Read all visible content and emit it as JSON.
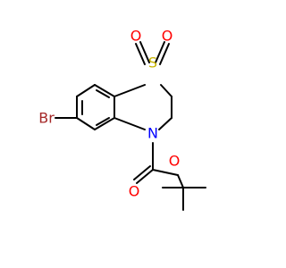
{
  "colors": {
    "bond": "#000000",
    "background": "#ffffff",
    "S": "#c8b400",
    "O": "#ff0000",
    "N": "#0000ff",
    "Br": "#a62929"
  },
  "atoms": {
    "sulfur": {
      "symbol": "S"
    },
    "oxygen_sulfonyl_left": {
      "symbol": "O"
    },
    "oxygen_sulfonyl_right": {
      "symbol": "O"
    },
    "nitrogen": {
      "symbol": "N"
    },
    "bromine": {
      "symbol": "Br"
    },
    "oxygen_carbonyl": {
      "symbol": "O"
    },
    "oxygen_ester": {
      "symbol": "O"
    }
  }
}
